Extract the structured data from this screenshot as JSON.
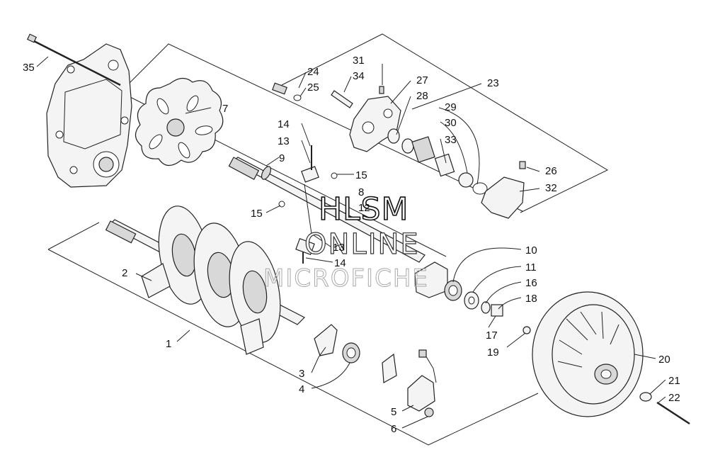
{
  "watermark": {
    "line1": "HLSM",
    "line2": "ONLINE",
    "line3": "MICROFICHE"
  },
  "callouts": [
    {
      "id": "c1",
      "text": "1"
    },
    {
      "id": "c2",
      "text": "2"
    },
    {
      "id": "c3",
      "text": "3"
    },
    {
      "id": "c4",
      "text": "4"
    },
    {
      "id": "c5",
      "text": "5"
    },
    {
      "id": "c6",
      "text": "6"
    },
    {
      "id": "c7",
      "text": "7"
    },
    {
      "id": "c8",
      "text": "8"
    },
    {
      "id": "c9",
      "text": "9"
    },
    {
      "id": "c10",
      "text": "10"
    },
    {
      "id": "c11",
      "text": "11"
    },
    {
      "id": "c12",
      "text": "12"
    },
    {
      "id": "c13a",
      "text": "13"
    },
    {
      "id": "c13b",
      "text": "13"
    },
    {
      "id": "c14a",
      "text": "14"
    },
    {
      "id": "c14b",
      "text": "14"
    },
    {
      "id": "c15a",
      "text": "15"
    },
    {
      "id": "c15b",
      "text": "15"
    },
    {
      "id": "c16",
      "text": "16"
    },
    {
      "id": "c17",
      "text": "17"
    },
    {
      "id": "c18",
      "text": "18"
    },
    {
      "id": "c19",
      "text": "19"
    },
    {
      "id": "c20",
      "text": "20"
    },
    {
      "id": "c21",
      "text": "21"
    },
    {
      "id": "c22",
      "text": "22"
    },
    {
      "id": "c23",
      "text": "23"
    },
    {
      "id": "c24",
      "text": "24"
    },
    {
      "id": "c25",
      "text": "25"
    },
    {
      "id": "c26",
      "text": "26"
    },
    {
      "id": "c27",
      "text": "27"
    },
    {
      "id": "c28",
      "text": "28"
    },
    {
      "id": "c29",
      "text": "29"
    },
    {
      "id": "c30",
      "text": "30"
    },
    {
      "id": "c31",
      "text": "31"
    },
    {
      "id": "c32",
      "text": "32"
    },
    {
      "id": "c33",
      "text": "33"
    },
    {
      "id": "c34",
      "text": "34"
    },
    {
      "id": "c35",
      "text": "35"
    }
  ]
}
